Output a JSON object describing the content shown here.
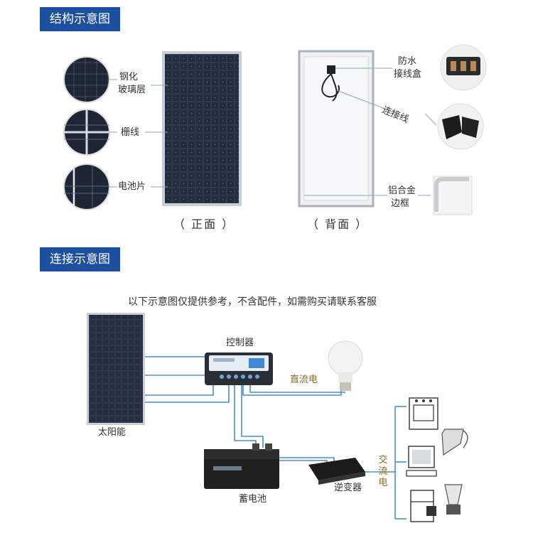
{
  "structure": {
    "section_title": "结构示意图",
    "front_labels": {
      "glass_line1": "钢化",
      "glass_line2": "玻璃层",
      "grid": "栅线",
      "cell": "电池片"
    },
    "front_caption": "（ 正面 ）",
    "back_labels": {
      "junction_line1": "防水",
      "junction_line2": "接线盒",
      "cable": "连接线",
      "frame_line1": "铝合金",
      "frame_line2": "边框"
    },
    "back_caption": "（ 背面 ）"
  },
  "connection": {
    "section_title": "连接示意图",
    "note": "以下示意图仅提供参考，不含配件，如需购买请联系客服",
    "labels": {
      "controller": "控制器",
      "dc": "直流电",
      "solar": "太阳能",
      "battery": "蓄电池",
      "inverter": "逆变器",
      "ac": "交流电"
    }
  },
  "colors": {
    "accent": "#1d4fa0",
    "wire": "#4a8ecb",
    "panel_cell": "#1b2330",
    "dc_text": "#8a6a2a",
    "ac_text": "#8a6a2a"
  }
}
